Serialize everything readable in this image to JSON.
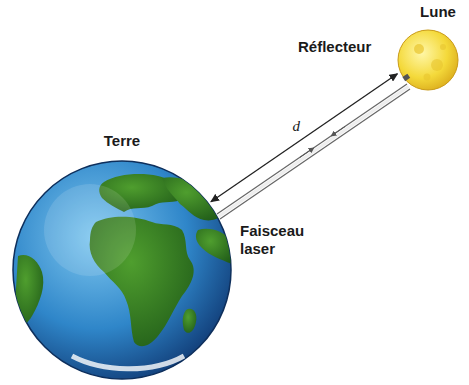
{
  "diagram": {
    "nodes": [
      {
        "text": [
          "Terre"
        ]
      },
      {
        "text": [
          "Lune"
        ]
      }
    ],
    "edges": [
      {
        "from": 0,
        "to": 1,
        "arrow": "both",
        "label": "d"
      }
    ],
    "labels": [
      "Réflecteur",
      "Faisceau laser"
    ]
  }
}
